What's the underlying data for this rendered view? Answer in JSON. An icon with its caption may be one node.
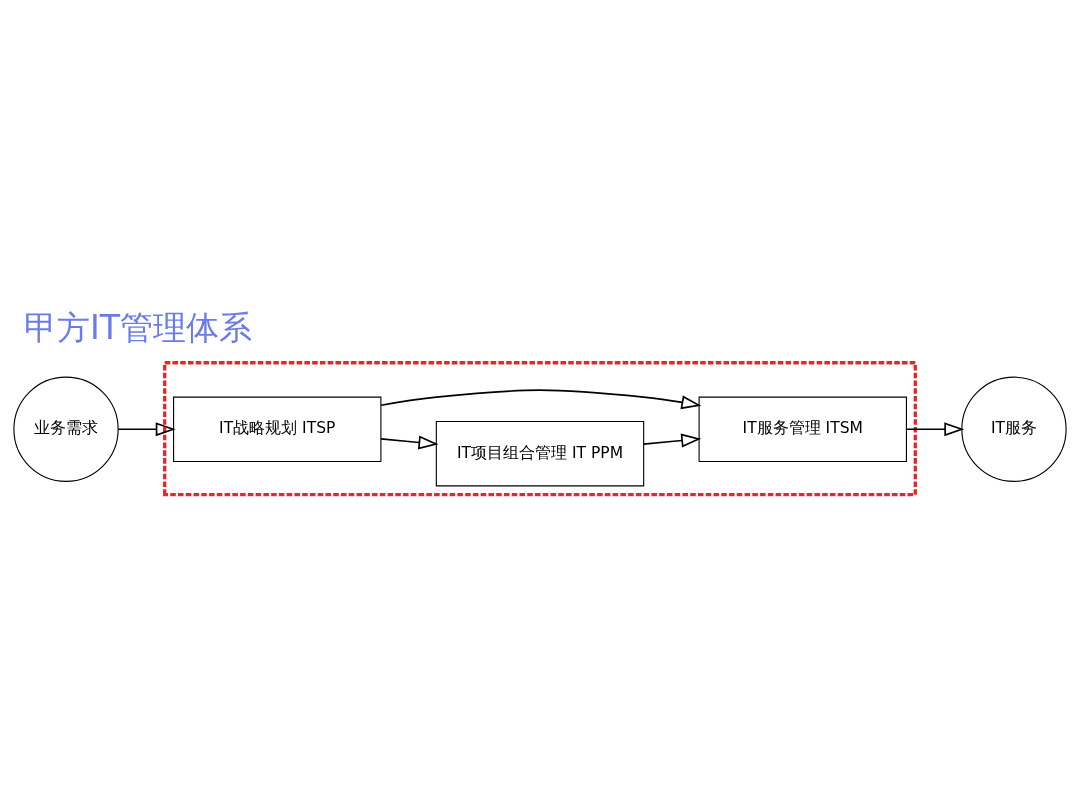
{
  "diagram": {
    "title": "甲方IT管理体系",
    "nodes": [
      {
        "text": [
          "业务需求"
        ]
      },
      {
        "text": [],
        "shape": "box"
      },
      {
        "text": [
          "IT战略规划 ITSP"
        ],
        "in": 1
      },
      {
        "text": [
          "IT项目组合管理 IT PPM"
        ],
        "in": 1
      },
      {
        "text": [
          "IT服务管理 ITSM"
        ],
        "in": 1
      },
      {
        "text": [
          "IT服务"
        ]
      }
    ],
    "edges": [
      {
        "from": 0,
        "to": 2,
        "arrow": "to"
      },
      {
        "from": 2,
        "to": 3,
        "arrow": "to"
      },
      {
        "from": 2,
        "to": 4,
        "arrow": "to"
      },
      {
        "from": 3,
        "to": 4,
        "arrow": "to"
      },
      {
        "from": 4,
        "to": 5,
        "arrow": "to"
      }
    ]
  }
}
